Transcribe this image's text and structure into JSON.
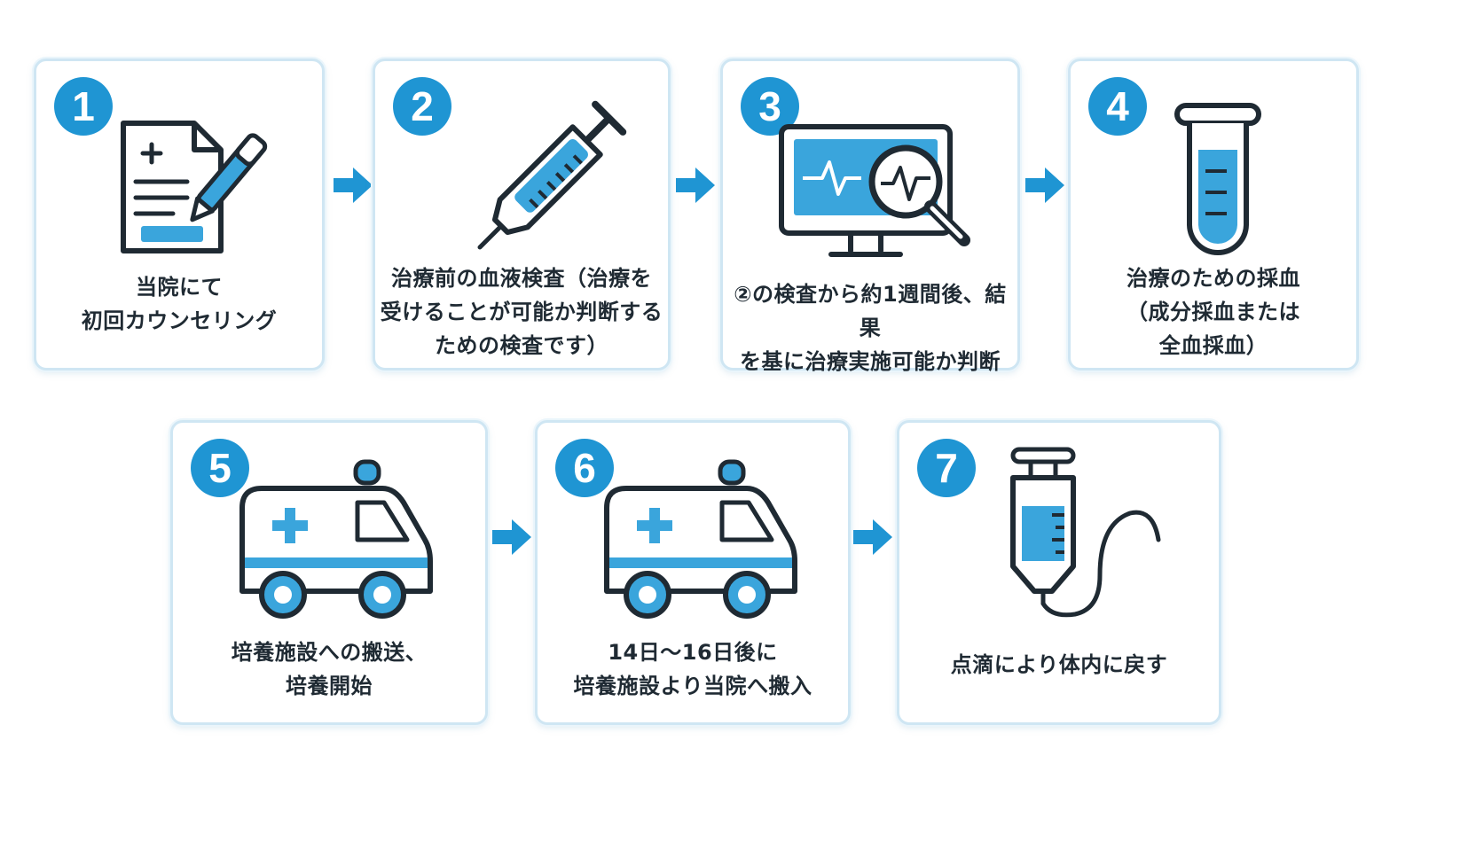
{
  "steps": [
    {
      "number": "1",
      "icon": "document-pen-icon",
      "lines": [
        "当院にて",
        "初回カウンセリング"
      ]
    },
    {
      "number": "2",
      "icon": "syringe-icon",
      "lines": [
        "治療前の血液検査（治療を",
        "受けることが可能か判断する",
        "ための検査です）"
      ]
    },
    {
      "number": "3",
      "icon": "monitor-magnifier-icon",
      "lines": [
        "②の検査から約1週間後、結果",
        "を基に治療実施可能か判断"
      ]
    },
    {
      "number": "4",
      "icon": "test-tube-icon",
      "lines": [
        "治療のための採血",
        "（成分採血または",
        "全血採血）"
      ]
    },
    {
      "number": "5",
      "icon": "ambulance-icon",
      "lines": [
        "培養施設への搬送、",
        "培養開始"
      ]
    },
    {
      "number": "6",
      "icon": "ambulance-icon",
      "lines": [
        "14日〜16日後に",
        "培養施設より当院へ搬入"
      ]
    },
    {
      "number": "7",
      "icon": "iv-drip-icon",
      "lines": [
        "点滴により体内に戻す"
      ]
    }
  ],
  "colors": {
    "accent": "#1f95d3",
    "icon_fill": "#3aa5dc",
    "outline": "#1f2a33",
    "card_border": "#cfe6f3"
  }
}
